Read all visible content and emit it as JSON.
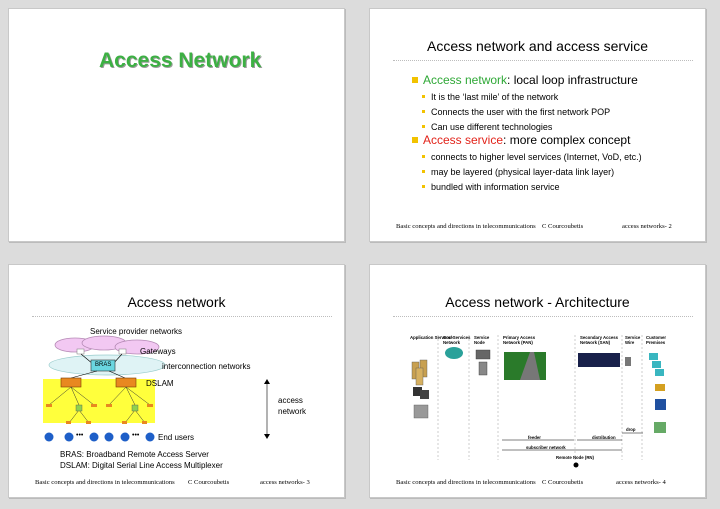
{
  "slide1": {
    "title": "Access Network"
  },
  "slide2": {
    "title": "Access network and access service",
    "bullets": [
      {
        "term": "Access network",
        "rest": ": local loop infrastructure",
        "sub": [
          "It is the ‘last mile’ of the network",
          "Connects the user with the first network POP",
          "Can use different technologies"
        ]
      },
      {
        "term": "Access service",
        "rest": ": more complex concept",
        "sub": [
          "connects to higher level services (Internet, VoD, etc.)",
          "may be layered (physical layer-data link layer)",
          "bundled with information service"
        ]
      }
    ],
    "footer": {
      "course": "Basic concepts and directions in telecommunications",
      "author": "C  Courcoubetis",
      "page": "access networks- 2"
    }
  },
  "slide3": {
    "title": "Access network",
    "labels": {
      "spn": "Service provider networks",
      "gateways": "Gateways",
      "bras": "BRAS",
      "interconnect": "interconnection networks",
      "dslam": "DSLAM",
      "access1": "access",
      "access2": "network",
      "endusers": "End users",
      "ellipsis": "•••"
    },
    "notes": [
      "BRAS: Broadband Remote Access Server",
      "DSLAM: Digital Serial Line Access Multiplexer"
    ],
    "footer": {
      "course": "Basic concepts and directions in telecommunications",
      "author": "C  Courcoubetis",
      "page": "access networks- 3"
    }
  },
  "slide4": {
    "title": "Access network - Architecture",
    "columns": [
      "Application Servers/ Services",
      "Core Network",
      "Service Node",
      "Primary Access Network (PAN)",
      "Secondary Access Network (SAN)",
      "Service Wire",
      "Customer Premises"
    ],
    "labels": {
      "drop": "drop",
      "feeder": "feeder",
      "distribution": "distribution",
      "subscriber": "subscriber network",
      "remote": "Remote Node (RN)"
    },
    "footer": {
      "course": "Basic concepts and directions in telecommunications",
      "author": "C  Courcoubetis",
      "page": "access networks- 4"
    }
  },
  "colors": {
    "accent_green": "#3cb043",
    "highlight_red": "#e2231a",
    "bullet_yellow": "#f2c200",
    "access_area": "#ffff3c",
    "bras_box": "#6ad6e0",
    "dslam_box": "#e88820"
  }
}
